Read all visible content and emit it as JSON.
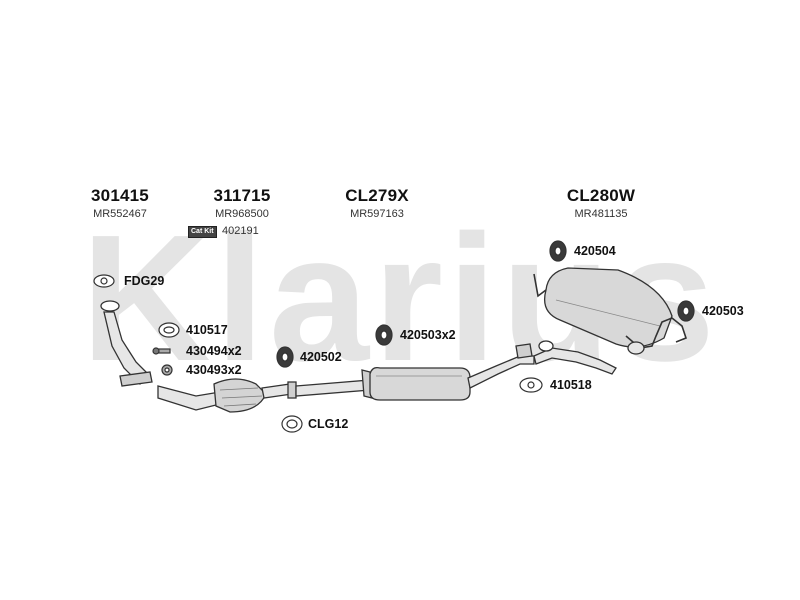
{
  "watermark": "Klarius",
  "groups": [
    {
      "part": "301415",
      "ref": "MR552467"
    },
    {
      "part": "311715",
      "ref": "MR968500"
    },
    {
      "part": "CL279X",
      "ref": "MR597163"
    },
    {
      "part": "CL280W",
      "ref": "MR481135"
    }
  ],
  "cat_kit": {
    "badge": "Cat Kit",
    "ref": "402191"
  },
  "parts": {
    "fdg29": "FDG29",
    "p410517": "410517",
    "p430494": "430494x2",
    "p430493": "430493x2",
    "p420502": "420502",
    "p420503x2": "420503x2",
    "clg12": "CLG12",
    "p420504": "420504",
    "p420503": "420503",
    "p410518": "410518"
  },
  "colors": {
    "watermark": "#e4e4e4",
    "line": "#333333",
    "part_fill": "#dcdcdc",
    "dark_part": "#3a3a3a"
  }
}
